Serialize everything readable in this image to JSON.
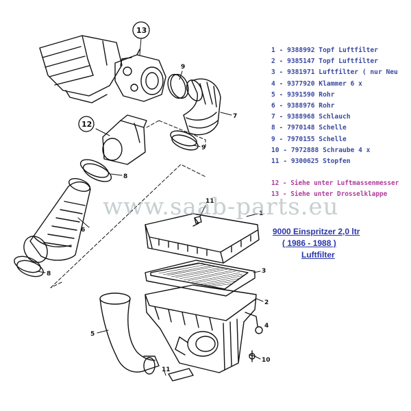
{
  "callouts": {
    "c1": "1",
    "c2": "2",
    "c3": "3",
    "c4": "4",
    "c5": "5",
    "c6": "6",
    "c7": "7",
    "c8a": "8",
    "c8b": "8",
    "c9a": "9",
    "c9b": "9",
    "c10": "10",
    "c11a": "11",
    "c11b": "11",
    "c12": "12",
    "c13": "13"
  },
  "watermark": "www.saab-parts.eu",
  "parts": [
    "1  - 9388992  Topf  Luftfilter",
    "2  - 9385147  Topf Luftfilter",
    "3  - 9381971  Luftfilter  ( nur Neu",
    "4  - 9377920  Klammer  6 x",
    "5  - 9391590  Rohr",
    "6  - 9388976  Rohr",
    "7  - 9388968  Schlauch",
    "8  - 7970148  Schelle",
    "9  - 7970155  Schelle",
    "10  - 7972888  Schraube  4 x",
    "11  - 9300625  Stopfen"
  ],
  "references": [
    "12  -  Siehe unter Luftmassenmesser",
    "13  -  Siehe unter Drosselklappe"
  ],
  "title": {
    "line1": "9000  Einspritzer  2,0 ltr",
    "line2": "( 1986 -  1988 )",
    "line3": "Luftfilter"
  },
  "colors": {
    "parts_text": "#3a4aa0",
    "reference_text": "#b03a9a",
    "title_text": "#2a35a8",
    "line_art": "#111111"
  }
}
